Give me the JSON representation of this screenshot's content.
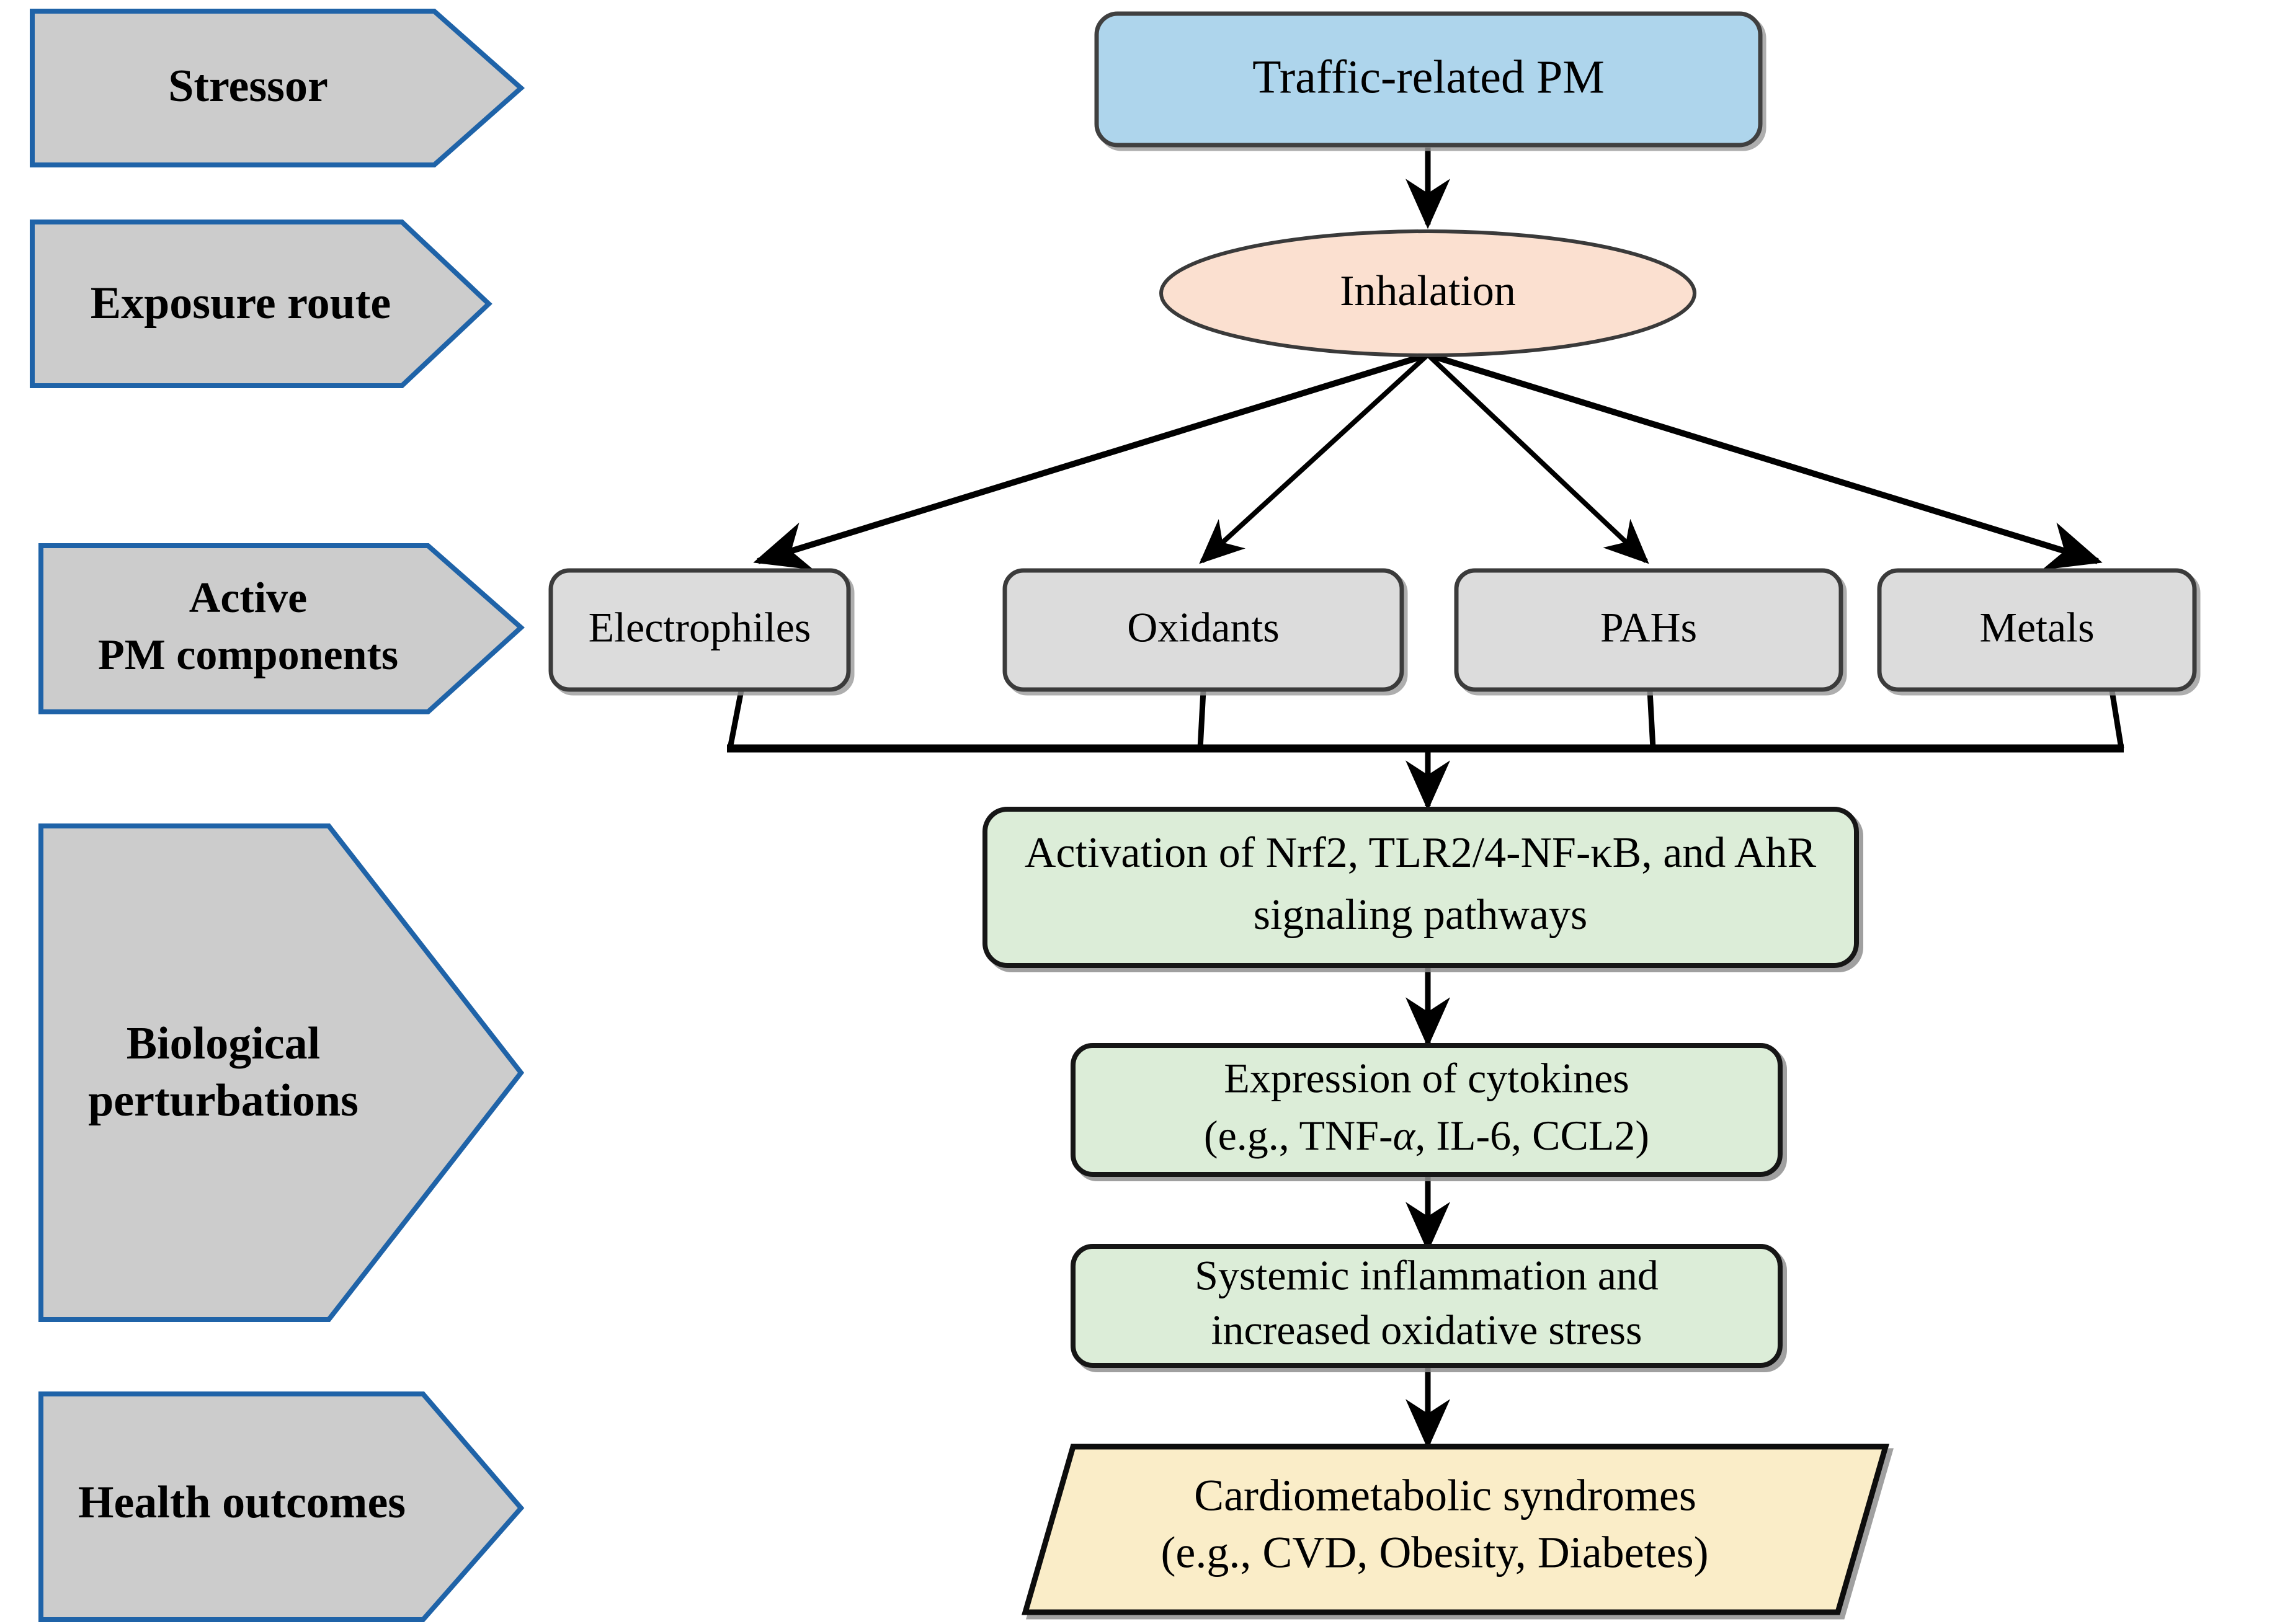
{
  "colors": {
    "stage_fill": "#CCCCCC",
    "stage_stroke": "#1F63A8",
    "stressor_fill": "#AED5EC",
    "stressor_stroke": "#404040",
    "exposure_fill": "#FBE0D0",
    "exposure_stroke": "#3A3A3A",
    "component_fill": "#DCDCDC",
    "component_stroke": "#3A3A3A",
    "perturbation_fill": "#DCEDD8",
    "perturbation_stroke": "#151515",
    "outcome_fill": "#FAEDC8",
    "outcome_stroke": "#101010",
    "connector": "#000000",
    "background": "#FFFFFF"
  },
  "stage_labels": [
    {
      "id": "stressor",
      "label": "Stressor",
      "lines": [
        "Stressor"
      ]
    },
    {
      "id": "exposure-route",
      "label": "Exposure route",
      "lines": [
        "Exposure route"
      ]
    },
    {
      "id": "active-pm-components",
      "label": "Active PM components",
      "lines": [
        "Active",
        "PM components"
      ]
    },
    {
      "id": "biological-perturbations",
      "label": "Biological perturbations",
      "lines": [
        "Biological",
        "perturbations"
      ]
    },
    {
      "id": "health-outcomes",
      "label": "Health outcomes",
      "lines": [
        "Health outcomes"
      ]
    }
  ],
  "nodes": {
    "stressor": {
      "id": "traffic-related-pm",
      "shape": "rounded-rectangle",
      "lines": [
        "Traffic-related PM"
      ]
    },
    "exposure_route": {
      "id": "inhalation",
      "shape": "ellipse",
      "lines": [
        "Inhalation"
      ]
    },
    "pm_components": [
      {
        "id": "electrophiles",
        "shape": "rounded-rectangle",
        "label": "Electrophiles"
      },
      {
        "id": "oxidants",
        "shape": "rounded-rectangle",
        "label": "Oxidants"
      },
      {
        "id": "pahs",
        "shape": "rounded-rectangle",
        "label": "PAHs"
      },
      {
        "id": "metals",
        "shape": "rounded-rectangle",
        "label": "Metals"
      }
    ],
    "perturbations": [
      {
        "id": "signaling-pathways",
        "shape": "rounded-rectangle",
        "lines": [
          "Activation of Nrf2, TLR2/4-NF-κB, and AhR",
          "signaling pathways"
        ]
      },
      {
        "id": "cytokine-expression",
        "shape": "rounded-rectangle",
        "lines": [
          "Expression of cytokines",
          "(e.g., TNF-α, IL-6, CCL2)"
        ],
        "line2_parts": [
          "(e.g., TNF-",
          "α",
          ", IL-6, CCL2)"
        ]
      },
      {
        "id": "inflammation-oxidative-stress",
        "shape": "rounded-rectangle",
        "lines": [
          "Systemic inflammation and",
          "increased oxidative stress"
        ]
      }
    ],
    "outcome": {
      "id": "cardiometabolic-syndromes",
      "shape": "parallelogram",
      "lines": [
        "Cardiometabolic syndromes",
        "(e.g., CVD, Obesity, Diabetes)"
      ]
    }
  },
  "edges": [
    {
      "id": "edge-pm-to-inhalation",
      "from": "traffic-related-pm",
      "to": "inhalation",
      "style": "arrow"
    },
    {
      "id": "edge-inhalation-to-electrophiles",
      "from": "inhalation",
      "to": "electrophiles",
      "style": "arrow"
    },
    {
      "id": "edge-inhalation-to-oxidants",
      "from": "inhalation",
      "to": "oxidants",
      "style": "arrow"
    },
    {
      "id": "edge-inhalation-to-pahs",
      "from": "inhalation",
      "to": "pahs",
      "style": "arrow"
    },
    {
      "id": "edge-inhalation-to-metals",
      "from": "inhalation",
      "to": "metals",
      "style": "arrow"
    },
    {
      "id": "edge-components-merge",
      "from": "pm-components",
      "to": "signaling-pathways",
      "style": "merge-arrow"
    },
    {
      "id": "edge-signaling-to-cytokines",
      "from": "signaling-pathways",
      "to": "cytokine-expression",
      "style": "arrow"
    },
    {
      "id": "edge-cytokines-to-inflammation",
      "from": "cytokine-expression",
      "to": "inflammation-oxidative-stress",
      "style": "arrow"
    },
    {
      "id": "edge-inflammation-to-outcome",
      "from": "inflammation-oxidative-stress",
      "to": "cardiometabolic-syndromes",
      "style": "arrow"
    }
  ]
}
